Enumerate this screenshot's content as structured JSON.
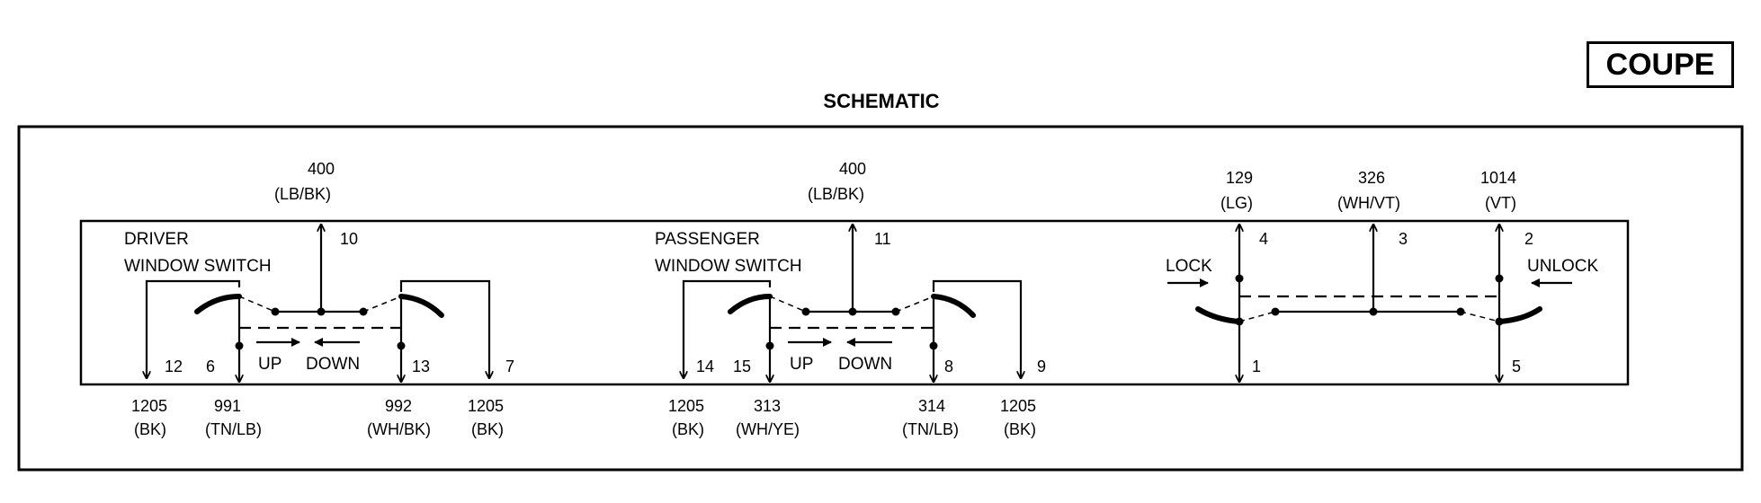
{
  "badge": "COUPE",
  "title": "SCHEMATIC",
  "driver": {
    "label1": "DRIVER",
    "label2": "WINDOW SWITCH",
    "top_circuit": "400",
    "top_color": "(LB/BK)",
    "top_pin": "10",
    "pins": [
      "12",
      "6",
      "13",
      "7"
    ],
    "up": "UP",
    "down": "DOWN",
    "bottom": [
      {
        "circuit": "1205",
        "color": "(BK)"
      },
      {
        "circuit": "991",
        "color": "(TN/LB)"
      },
      {
        "circuit": "992",
        "color": "(WH/BK)"
      },
      {
        "circuit": "1205",
        "color": "(BK)"
      }
    ]
  },
  "passenger": {
    "label1": "PASSENGER",
    "label2": "WINDOW SWITCH",
    "top_circuit": "400",
    "top_color": "(LB/BK)",
    "top_pin": "11",
    "pins": [
      "14",
      "15",
      "8",
      "9"
    ],
    "up": "UP",
    "down": "DOWN",
    "bottom": [
      {
        "circuit": "1205",
        "color": "(BK)"
      },
      {
        "circuit": "313",
        "color": "(WH/YE)"
      },
      {
        "circuit": "314",
        "color": "(TN/LB)"
      },
      {
        "circuit": "1205",
        "color": "(BK)"
      }
    ]
  },
  "lock": {
    "lock_label": "LOCK",
    "unlock_label": "UNLOCK",
    "top": [
      {
        "circuit": "129",
        "color": "(LG)",
        "pin": "4"
      },
      {
        "circuit": "326",
        "color": "(WH/VT)",
        "pin": "3"
      },
      {
        "circuit": "1014",
        "color": "(VT)",
        "pin": "2"
      }
    ],
    "bottom_pins": [
      "1",
      "5"
    ]
  }
}
